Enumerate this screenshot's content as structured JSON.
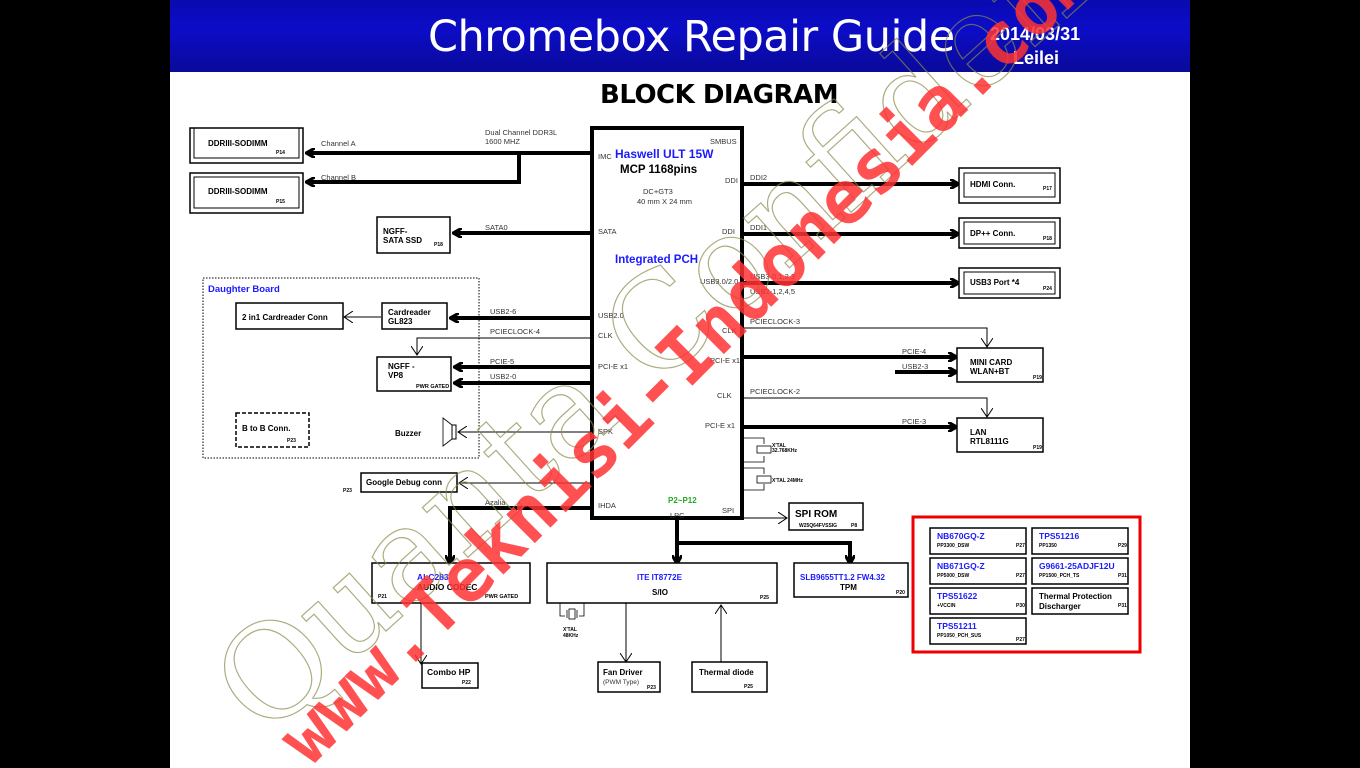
{
  "header": {
    "title": "Chromebox Repair Guide",
    "date": "2014/03/31",
    "author": "Leilei"
  },
  "subtitle": "BLOCK DIAGRAM",
  "cpu": {
    "name": "Haswell ULT 15W",
    "package": "MCP 1168pins",
    "config": "DC+GT3",
    "size": "40 mm X 24 mm",
    "pch": "Integrated  PCH",
    "pages": "P2~P12",
    "ports_left": [
      "IMC",
      "SATA",
      "USB2.0",
      "CLK",
      "PCI-E x1",
      "SPK",
      "IHDA"
    ],
    "ports_right": [
      "SMBUS",
      "DDI",
      "DDI",
      "USB3.0/2.0",
      "CLK",
      "PCI-E x1",
      "CLK",
      "PCI-E x1",
      "SPI"
    ],
    "port_bottom": "LPC"
  },
  "memory": {
    "bus_label_1": "Dual Channel DDR3L",
    "bus_label_2": "1600 MHZ",
    "channel_a": "Channel A",
    "channel_b": "Channel B",
    "dimm_a": {
      "name": "DDRIII-SODIMM",
      "page": "P14"
    },
    "dimm_b": {
      "name": "DDRIII-SODIMM",
      "page": "P15"
    }
  },
  "ssd": {
    "line1": "NGFF-",
    "line2": "SATA SSD",
    "page": "P18",
    "bus": "SATA0"
  },
  "daughter_board": {
    "title": "Daughter Board",
    "cardreader_conn": "2 in1 Cardreader Conn",
    "cardreader": {
      "line1": "Cardreader",
      "line2": "GL823",
      "bus": "USB2-6"
    },
    "ngff_vp8": {
      "line1": "NGFF -",
      "line2": "VP8",
      "note": "PWR GATED",
      "clock": "PCIECLOCK-4",
      "bus1": "PCIE-5",
      "bus2": "USB2-0"
    },
    "b2b": {
      "name": "B to B Conn.",
      "page": "P23"
    },
    "buzzer": "Buzzer"
  },
  "right_side": {
    "hdmi": {
      "name": "HDMI Conn.",
      "page": "P17",
      "bus": "DDI2"
    },
    "dp": {
      "name": "DP++ Conn.",
      "page": "P18",
      "bus": "DDI1"
    },
    "usb3": {
      "name": "USB3 Port *4",
      "page": "P24",
      "bus1": "USB3-0,1,2,3",
      "bus2": "USB2-1,2,4,5"
    },
    "minicard": {
      "line1": "MINI CARD",
      "line2": "WLAN+BT",
      "page": "P19",
      "clock": "PCIECLOCK-3",
      "bus1": "PCIE-4",
      "bus2": "USB2-3"
    },
    "lan": {
      "line1": "LAN",
      "line2": "RTL8111G",
      "page": "P19",
      "clock": "PCIECLOCK-2",
      "bus": "PCIE-3"
    },
    "xtal1": {
      "line1": "X'TAL",
      "line2": "32.768KHz"
    },
    "xtal2": {
      "line1": "X'TAL 24MHz"
    }
  },
  "google_debug": {
    "name": "Google Debug conn",
    "page": "P23"
  },
  "spi_rom": {
    "name": "SPI ROM",
    "part": "W25Q64FVSSIG",
    "page": "P8"
  },
  "audio": {
    "bus": "Azalia",
    "line1": "ALC283",
    "line2": "AUDIO CODEC",
    "page": "P21",
    "note": "PWR GATED"
  },
  "combo_hp": {
    "name": "Combo HP",
    "page": "P22"
  },
  "sio": {
    "line1": "ITE IT8772E",
    "line2": "S/IO",
    "page": "P25",
    "xtal1": "X'TAL",
    "xtal2": "48KHz"
  },
  "fan": {
    "line1": "Fan Driver",
    "line2": "(PWM Type)",
    "page": "P23"
  },
  "thermal_diode": {
    "name": "Thermal diode",
    "page": "P25"
  },
  "tpm": {
    "line1": "SLB9655TT1.2 FW4.32",
    "line2": "TPM",
    "page": "P20"
  },
  "power": [
    {
      "name": "NB670GQ-Z",
      "rail": "PP3300_DSW",
      "page": "P27"
    },
    {
      "name": "TPS51216",
      "rail": "PP1350",
      "page": "P29"
    },
    {
      "name": "NB671GQ-Z",
      "rail": "PP5000_DSW",
      "page": "P27"
    },
    {
      "name": "G9661-25ADJF12U",
      "rail": "PP1500_PCH_TS",
      "page": "P31"
    },
    {
      "name": "TPS51622",
      "rail": "+VCCIN",
      "page": "P30"
    },
    {
      "name": "Thermal Protection",
      "rail": "Discharger",
      "page": "P31"
    },
    {
      "name": "TPS51211",
      "rail": "PP1050_PCH_SUS",
      "page": "P27"
    }
  ],
  "watermarks": {
    "red": "www.Teknisi-Indonesia.com",
    "outline": "Quanta Confidential"
  },
  "colors": {
    "header_blue": "#0a0ab8",
    "label_blue": "#1a1aff",
    "power_border": "#ee0000",
    "watermark_red": "#ff3333"
  }
}
